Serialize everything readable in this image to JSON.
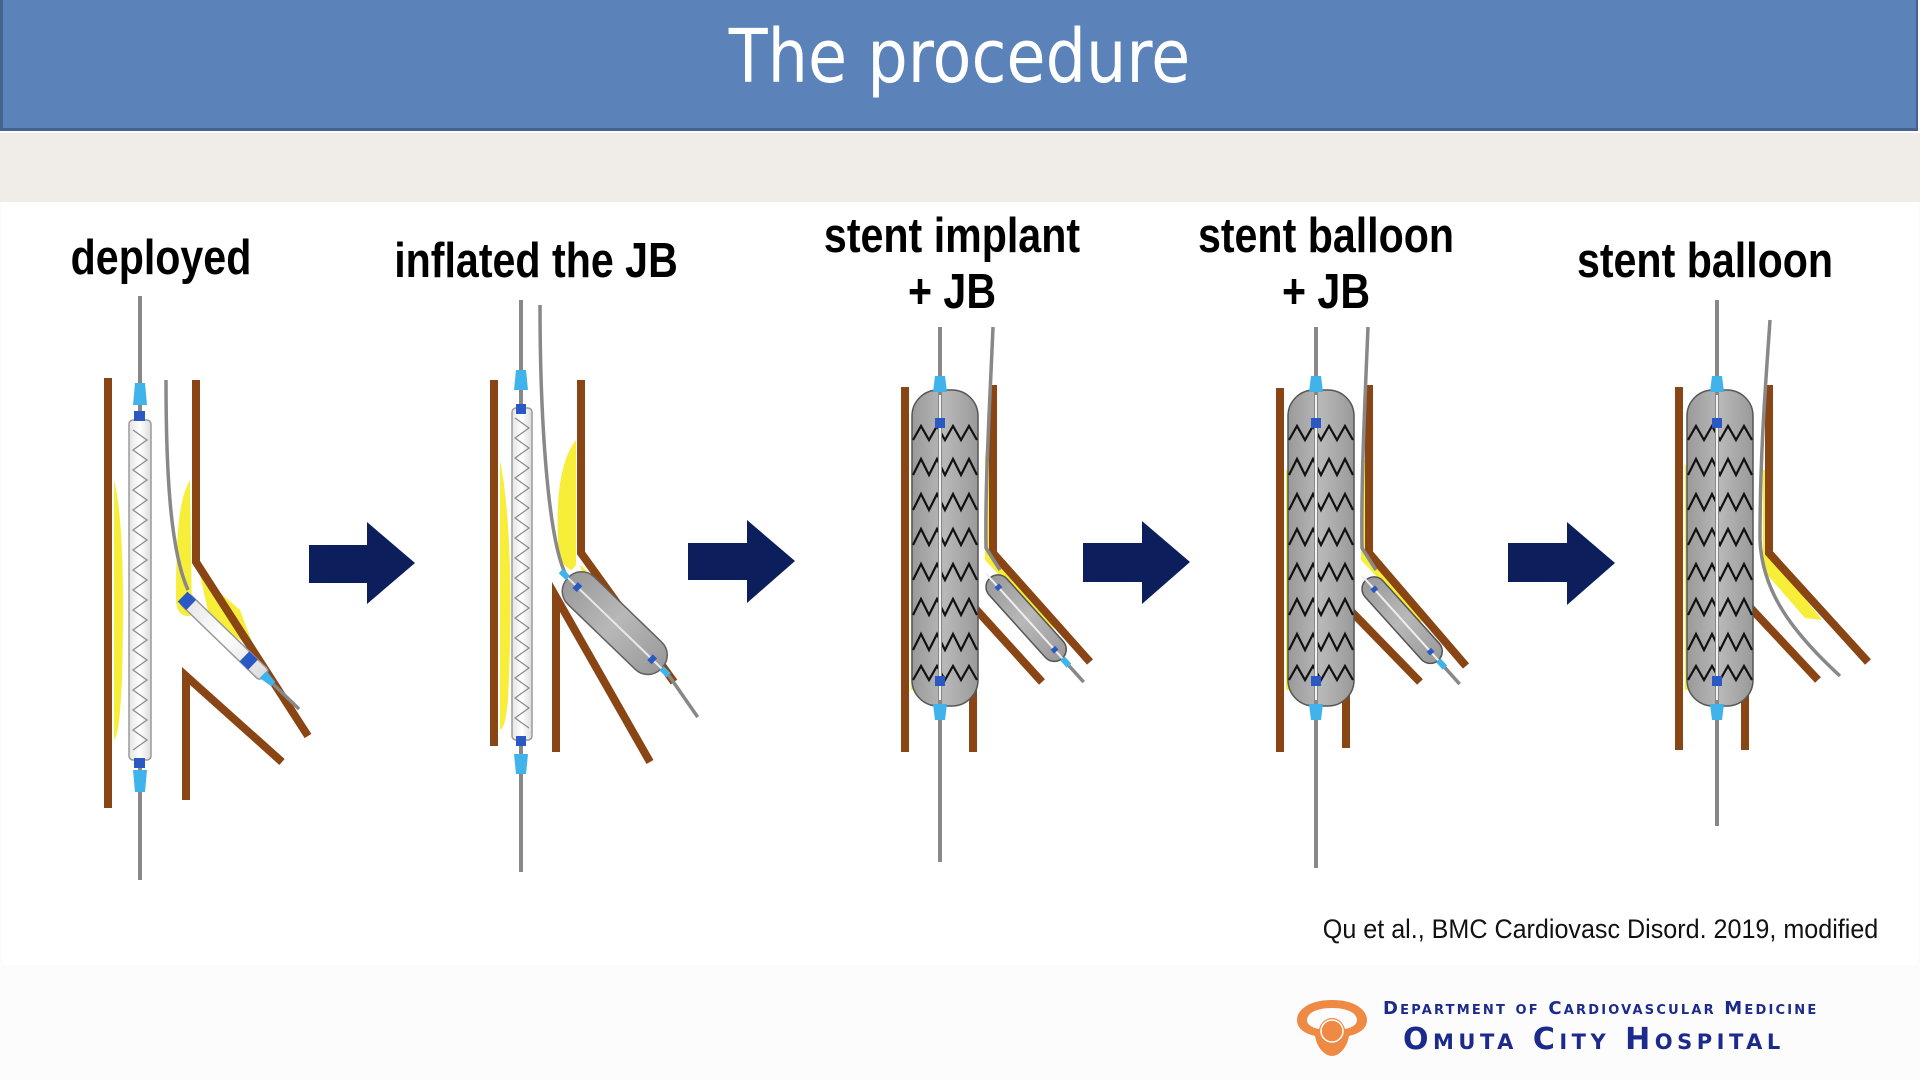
{
  "header": {
    "title": "The procedure"
  },
  "steps": [
    {
      "label_lines": [
        "deployed"
      ]
    },
    {
      "label_lines": [
        "inflated the JB"
      ]
    },
    {
      "label_lines": [
        "stent implant",
        "+ JB"
      ]
    },
    {
      "label_lines": [
        "stent balloon",
        "+ JB"
      ]
    },
    {
      "label_lines": [
        "stent balloon"
      ]
    }
  ],
  "arrow_count": 4,
  "citation": "Qu et al., BMC Cardiovasc Disord. 2019, modified",
  "footer": {
    "department": "Department of Cardiovascular Medicine",
    "hospital": "Omuta City Hospital",
    "logo_icon": "hospital-logo-icon"
  },
  "colors": {
    "header_bg": "#5b82b9",
    "header_border": "#46638f",
    "band_bg": "#f0ece7",
    "arrow": "#0c1f5c",
    "vessel_wall": "#8a4514",
    "plaque": "#f7ee3a",
    "balloon": "#a8a8a8",
    "marker": "#2b59c3",
    "tip": "#3fb3ea",
    "logo": "#ef8a44",
    "brand_text": "#1c2a8c"
  }
}
